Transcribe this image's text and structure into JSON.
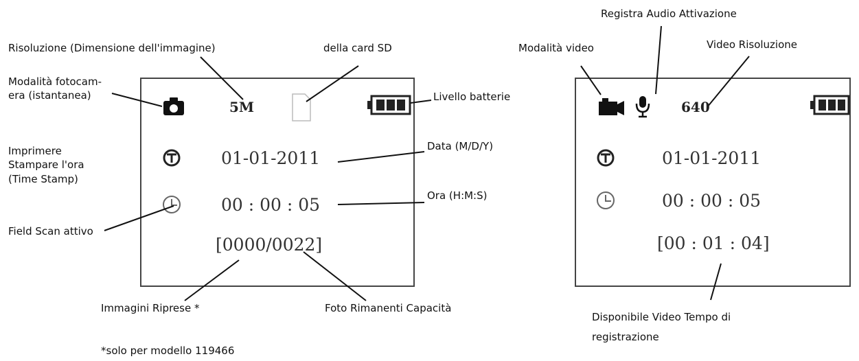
{
  "left_panel": {
    "labels": {
      "resolution": "Risoluzione (Dimensione dell'immagine)",
      "sd_card": "della card SD",
      "camera_mode": "Modalità fotocam-era (istantanea)",
      "battery_level": "Livello batterie",
      "time_stamp": "Imprimere Stampare l'ora (Time Stamp)",
      "date_format": "Data (M/D/Y)",
      "time_format": "Ora (H:M:S)",
      "field_scan": "Field Scan attivo",
      "images_taken": "Immagini Riprese *",
      "remaining_capacity": "Foto Rimanenti Capacità"
    },
    "screen": {
      "resolution": "5M",
      "date": "01-01-2011",
      "time": "00 : 00 : 05",
      "counter": "[0000/0022]"
    },
    "footnote": "*solo per modello 119466"
  },
  "right_panel": {
    "labels": {
      "audio_recording": "Registra Audio Attivazione",
      "video_mode": "Modalità video",
      "video_resolution": "Video Risoluzione",
      "available_time": "Disponibile Video Tempo di registrazione"
    },
    "screen": {
      "resolution": "640",
      "date": "01-01-2011",
      "time": "00 : 00 : 05",
      "remaining_time": "[00 : 01 : 04]"
    }
  },
  "icons": [
    "camera-icon",
    "sd-card-icon",
    "battery-icon",
    "time-stamp-icon",
    "clock-icon",
    "video-camera-icon",
    "microphone-icon"
  ]
}
